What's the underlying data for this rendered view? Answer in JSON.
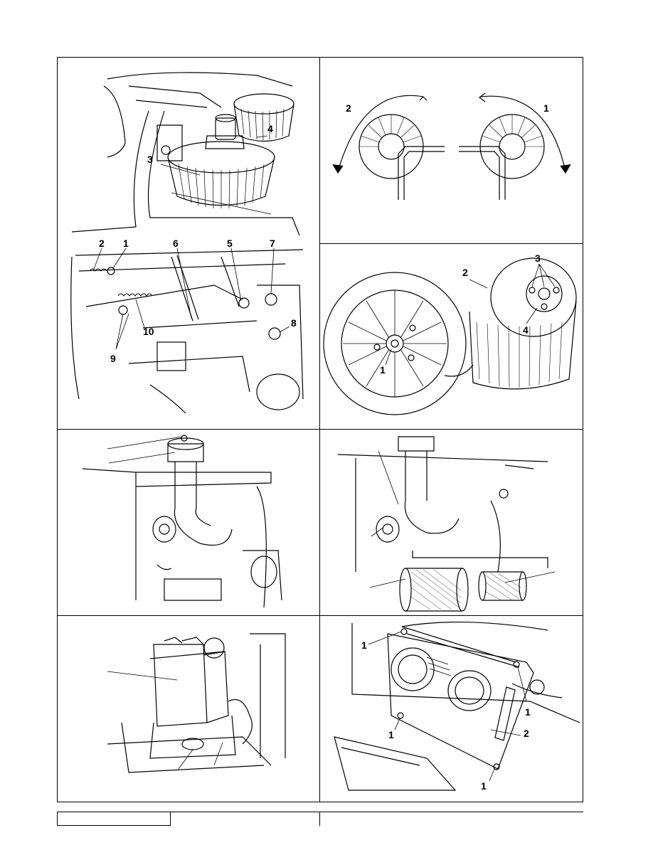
{
  "figures": {
    "brush_assembly": {
      "callouts_top": [
        "3",
        "4"
      ],
      "callouts_detail": [
        "2",
        "1",
        "6",
        "5",
        "7",
        "8",
        "10",
        "9"
      ]
    },
    "brush_rotation": {
      "callouts": [
        "2",
        "1"
      ]
    },
    "brush_mount": {
      "callouts": [
        "2",
        "3",
        "4",
        "1"
      ]
    },
    "air_filter": {
      "callouts": []
    },
    "air_filter_element": {
      "callouts": []
    },
    "engine_tank": {
      "callouts": []
    },
    "side_cover": {
      "callouts": [
        "1",
        "1",
        "1",
        "2",
        "1"
      ]
    }
  },
  "footer": {
    "box_text": ""
  }
}
